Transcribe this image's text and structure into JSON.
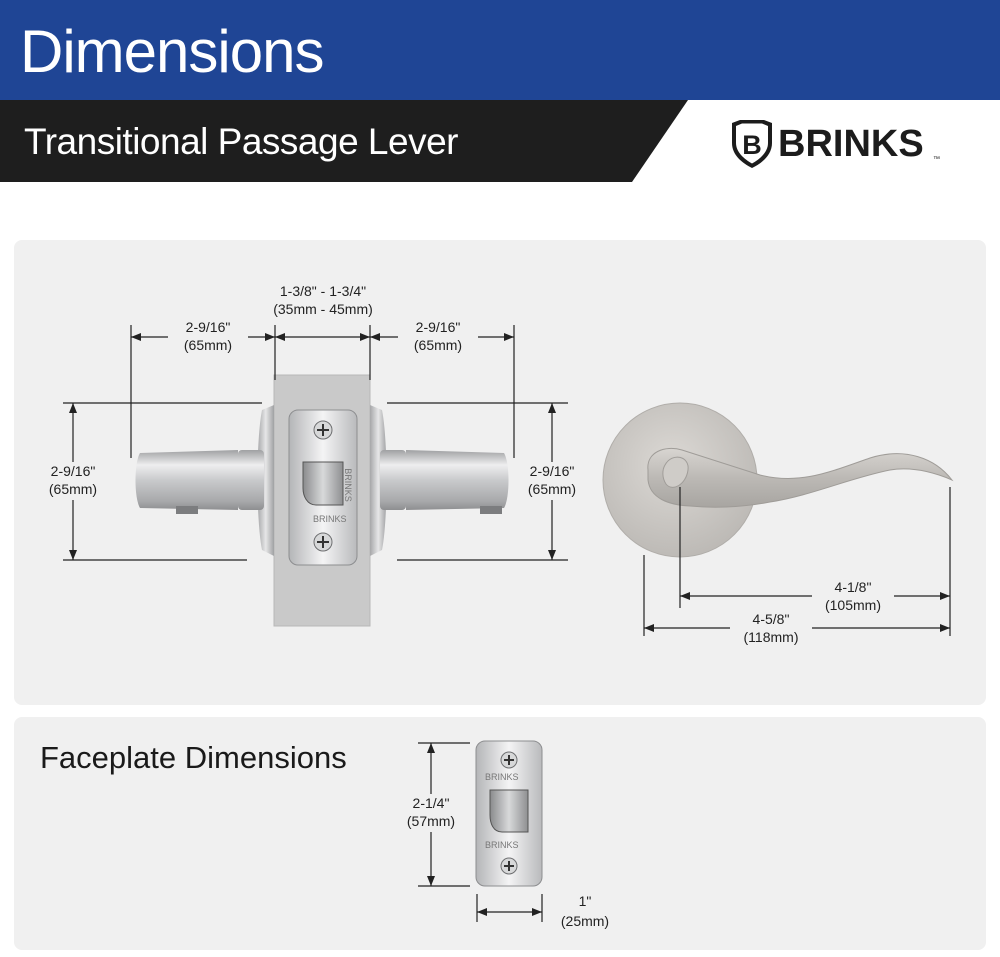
{
  "header": {
    "title": "Dimensions"
  },
  "subheader": {
    "title": "Transitional Passage Lever"
  },
  "brand": {
    "name": "BRINKS",
    "emblem_letter": "B",
    "trademark": "™"
  },
  "colors": {
    "header_blue": "#1f4595",
    "subheader_dark": "#1e1e1e",
    "panel_gray": "#f0f0f0",
    "dim_line": "#222222"
  },
  "side_view": {
    "door_thickness": {
      "imperial": "1-3/8\" - 1-3/4\"",
      "metric": "(35mm - 45mm)"
    },
    "left_length": {
      "imperial": "2-9/16\"",
      "metric": "(65mm)"
    },
    "right_length": {
      "imperial": "2-9/16\"",
      "metric": "(65mm)"
    },
    "left_height": {
      "imperial": "2-9/16\"",
      "metric": "(65mm)"
    },
    "right_height": {
      "imperial": "2-9/16\"",
      "metric": "(65mm)"
    },
    "latch_engraving": "BRINKS"
  },
  "lever_view": {
    "projection": {
      "imperial": "4-1/8\"",
      "metric": "(105mm)"
    },
    "overall_length": {
      "imperial": "4-5/8\"",
      "metric": "(118mm)"
    }
  },
  "faceplate": {
    "title": "Faceplate Dimensions",
    "height": {
      "imperial": "2-1/4\"",
      "metric": "(57mm)"
    },
    "width": {
      "imperial": "1\"",
      "metric": "(25mm)"
    }
  }
}
